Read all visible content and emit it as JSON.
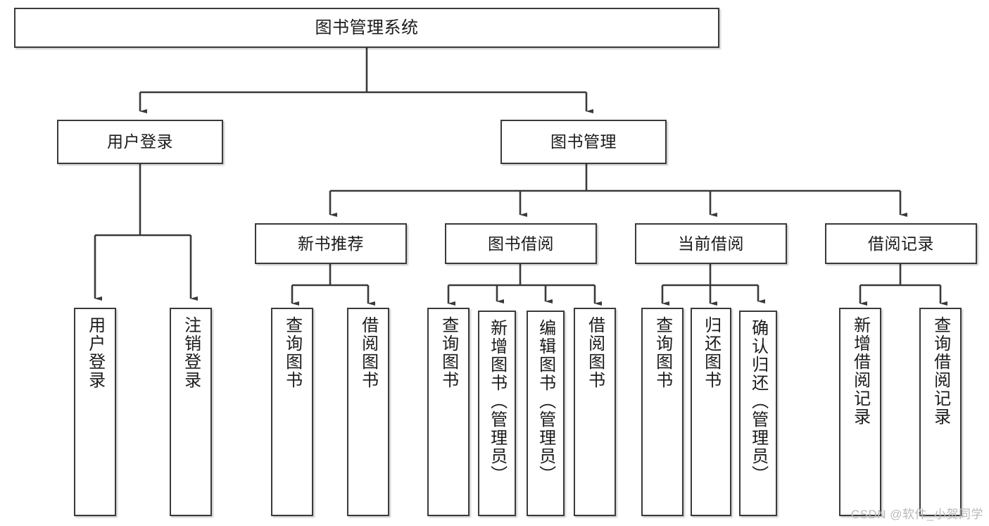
{
  "diagram": {
    "title": "图书管理系统",
    "watermark": "CSDN @软件_小贺同学",
    "colors": {
      "border": "#3a3a3a",
      "text": "#1b1b1b",
      "background": "#ffffff",
      "edge": "#3a3a3a",
      "watermark": "#b9b9b9"
    },
    "root": {
      "label": "图书管理系统"
    },
    "level1": [
      {
        "label": "用户登录"
      },
      {
        "label": "图书管理"
      }
    ],
    "level2": [
      {
        "label": "新书推荐"
      },
      {
        "label": "图书借阅"
      },
      {
        "label": "当前借阅"
      },
      {
        "label": "借阅记录"
      }
    ],
    "leaves": {
      "user_login": [
        {
          "label": "用户登录"
        },
        {
          "label": "注销登录"
        }
      ],
      "new_book_recommend": [
        {
          "label": "查询图书"
        },
        {
          "label": "借阅图书"
        }
      ],
      "book_borrow": [
        {
          "label": "查询图书"
        },
        {
          "label": "新增图书（管理员）"
        },
        {
          "label": "编辑图书（管理员）"
        },
        {
          "label": "借阅图书"
        }
      ],
      "current_borrow": [
        {
          "label": "查询图书"
        },
        {
          "label": "归还图书"
        },
        {
          "label": "确认归还（管理员）"
        }
      ],
      "borrow_record": [
        {
          "label": "新增借阅记录"
        },
        {
          "label": "查询借阅记录"
        }
      ]
    }
  }
}
